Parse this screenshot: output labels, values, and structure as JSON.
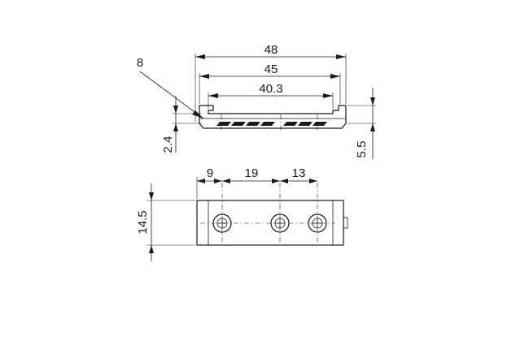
{
  "dimensions": {
    "top_view": {
      "overall_width": "48",
      "inner_width": "45",
      "channel_width": "40.3",
      "leader_label": "8",
      "edge_height": "2.4",
      "total_height": "5.5"
    },
    "front_view": {
      "hole_offset_1": "9",
      "hole_spacing_1": "19",
      "hole_spacing_2": "13",
      "height": "14.5"
    }
  },
  "line_color": "#1a1a1a"
}
